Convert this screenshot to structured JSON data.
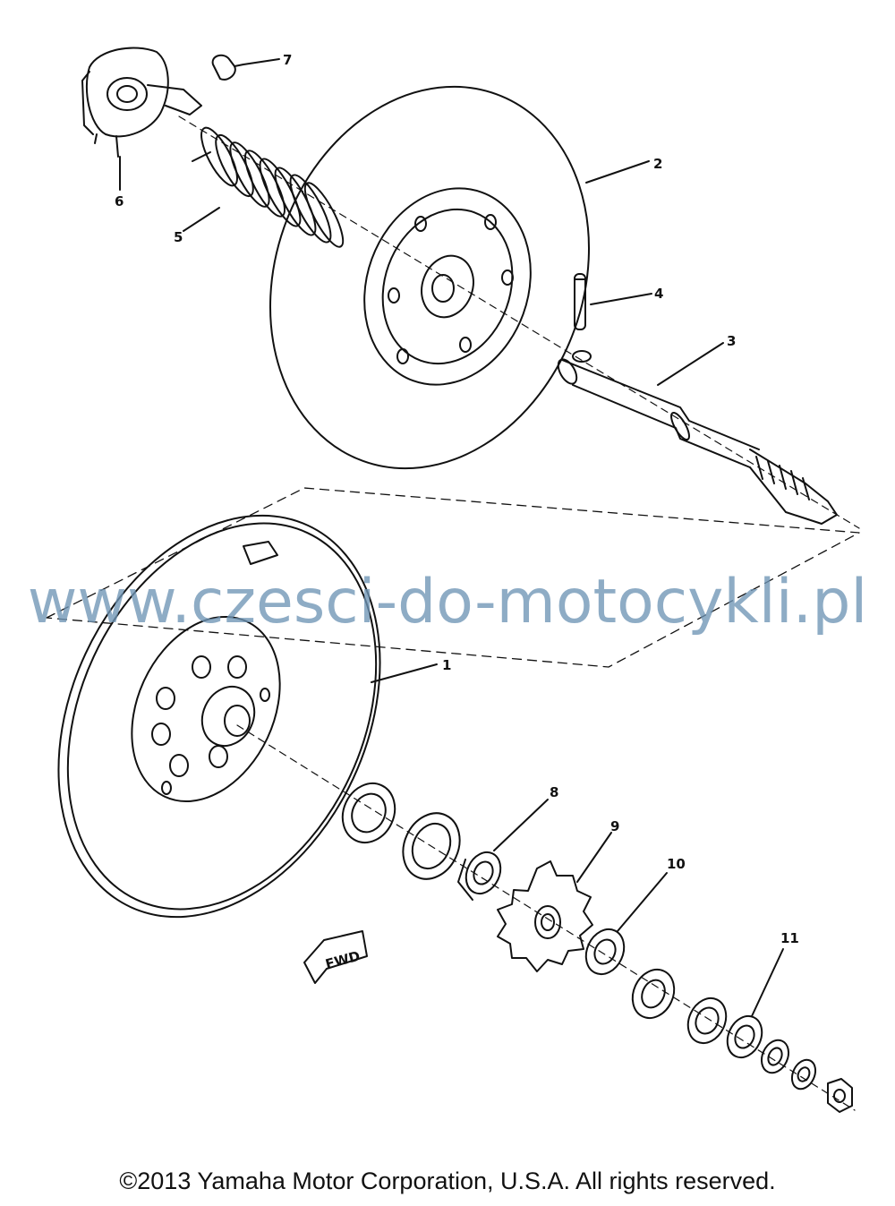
{
  "diagram": {
    "callouts": [
      "1",
      "2",
      "3",
      "4",
      "5",
      "6",
      "7",
      "8",
      "9",
      "10",
      "11"
    ],
    "direction_label": "FWD",
    "line_color": "#111111",
    "background": "#ffffff"
  },
  "watermark": {
    "text": "www.czesci-do-motocykli.pl",
    "color": "#6f95b6"
  },
  "footer": {
    "copyright": "©2013 Yamaha Motor Corporation, U.S.A. All rights reserved."
  }
}
